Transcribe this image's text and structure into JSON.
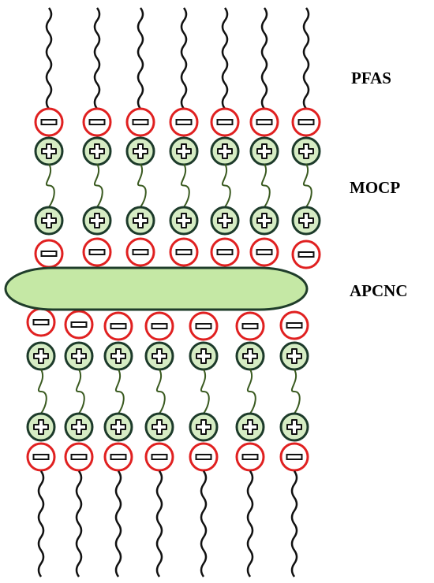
{
  "labels": {
    "pfas": "PFAS",
    "mocp": "MOCP",
    "apcnc": "APCNC"
  },
  "colors": {
    "tail": "#111111",
    "anion_ring": "#e02020",
    "anion_fill": "#ffffff",
    "cation_ring": "#1c3a2a",
    "cation_fill": "#d6ecc4",
    "linker": "#3a5a20",
    "apcnc_fill": "#c5e8a5",
    "apcnc_stroke": "#1f3d2a"
  },
  "icons": {
    "anion": "minus-sign",
    "cation": "plus-sign",
    "pfas_tail": "wavy-line"
  }
}
